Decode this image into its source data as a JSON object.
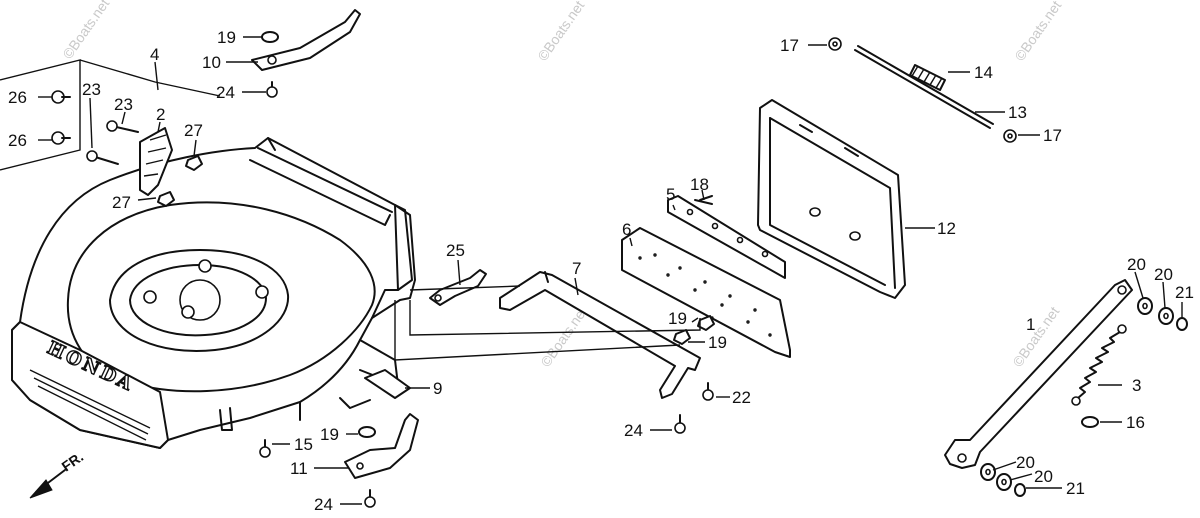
{
  "brand_text": "HONDA",
  "front_label": "FR.",
  "watermark": "©Boats.net",
  "callouts": [
    {
      "id": "c1",
      "label": "19"
    },
    {
      "id": "c2",
      "label": "10"
    },
    {
      "id": "c3",
      "label": "24"
    },
    {
      "id": "c4",
      "label": "4"
    },
    {
      "id": "c5",
      "label": "23"
    },
    {
      "id": "c6",
      "label": "23"
    },
    {
      "id": "c7",
      "label": "2"
    },
    {
      "id": "c8",
      "label": "26"
    },
    {
      "id": "c9",
      "label": "26"
    },
    {
      "id": "c10",
      "label": "27"
    },
    {
      "id": "c11",
      "label": "27"
    },
    {
      "id": "c12",
      "label": "17"
    },
    {
      "id": "c13",
      "label": "14"
    },
    {
      "id": "c14",
      "label": "13"
    },
    {
      "id": "c15",
      "label": "17"
    },
    {
      "id": "c16",
      "label": "18"
    },
    {
      "id": "c17",
      "label": "5"
    },
    {
      "id": "c18",
      "label": "12"
    },
    {
      "id": "c19",
      "label": "6"
    },
    {
      "id": "c20",
      "label": "25"
    },
    {
      "id": "c21",
      "label": "7"
    },
    {
      "id": "c22",
      "label": "19"
    },
    {
      "id": "c23",
      "label": "19"
    },
    {
      "id": "c24",
      "label": "9"
    },
    {
      "id": "c25",
      "label": "22"
    },
    {
      "id": "c26",
      "label": "24"
    },
    {
      "id": "c27",
      "label": "15"
    },
    {
      "id": "c28",
      "label": "19"
    },
    {
      "id": "c29",
      "label": "11"
    },
    {
      "id": "c30",
      "label": "24"
    },
    {
      "id": "c31",
      "label": "20"
    },
    {
      "id": "c32",
      "label": "20"
    },
    {
      "id": "c33",
      "label": "21"
    },
    {
      "id": "c34",
      "label": "1"
    },
    {
      "id": "c35",
      "label": "3"
    },
    {
      "id": "c36",
      "label": "16"
    },
    {
      "id": "c37",
      "label": "20"
    },
    {
      "id": "c38",
      "label": "20"
    },
    {
      "id": "c39",
      "label": "21"
    }
  ]
}
